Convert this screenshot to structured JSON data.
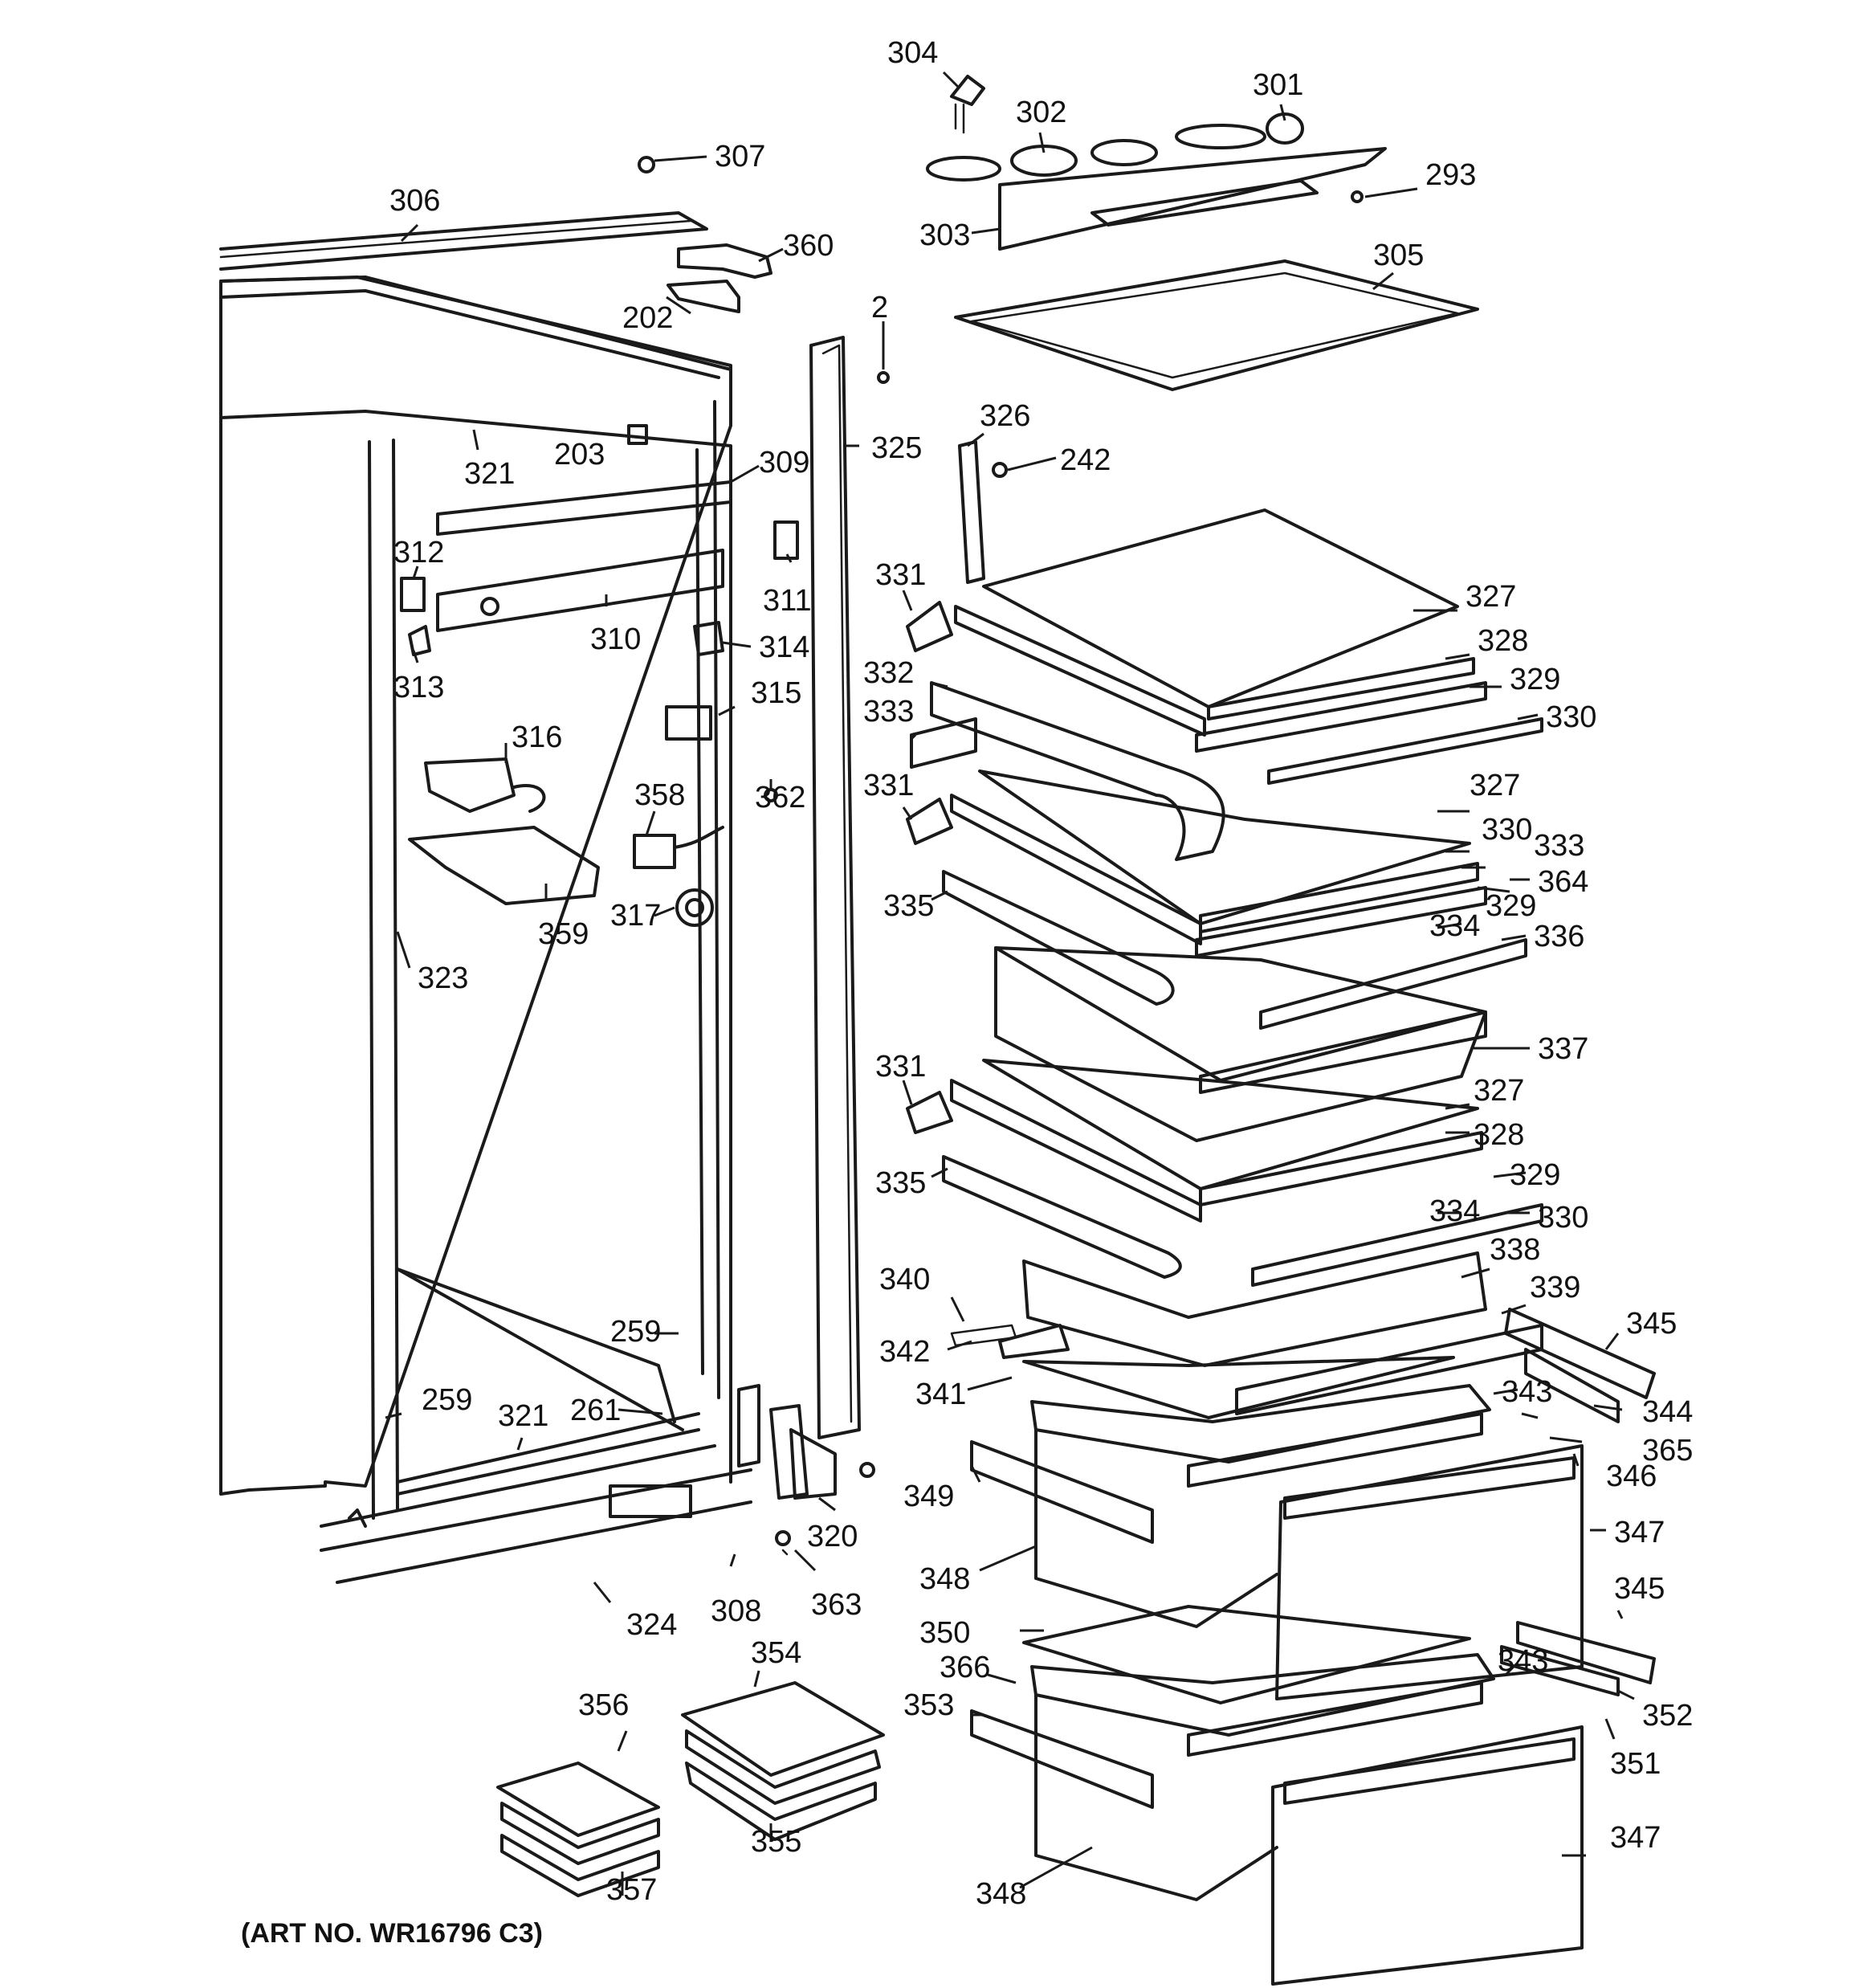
{
  "diagram": {
    "art_number": "(ART NO. WR16796 C3)",
    "callouts": [
      "304",
      "302",
      "301",
      "307",
      "293",
      "306",
      "360",
      "303",
      "305",
      "202",
      "2",
      "326",
      "242",
      "321",
      "203",
      "325",
      "309",
      "312",
      "311",
      "331",
      "327",
      "310",
      "314",
      "328",
      "313",
      "332",
      "329",
      "315",
      "333",
      "330",
      "316",
      "362",
      "358",
      "331",
      "327",
      "330",
      "333",
      "364",
      "329",
      "359",
      "317",
      "335",
      "334",
      "336",
      "323",
      "337",
      "331",
      "327",
      "328",
      "335",
      "329",
      "334",
      "330",
      "340",
      "338",
      "339",
      "345",
      "259",
      "342",
      "341",
      "343",
      "344",
      "259",
      "321",
      "261",
      "365",
      "346",
      "349",
      "320",
      "347",
      "348",
      "308",
      "363",
      "324",
      "345",
      "350",
      "354",
      "343",
      "366",
      "352",
      "353",
      "356",
      "351",
      "355",
      "347",
      "357",
      "348"
    ]
  }
}
